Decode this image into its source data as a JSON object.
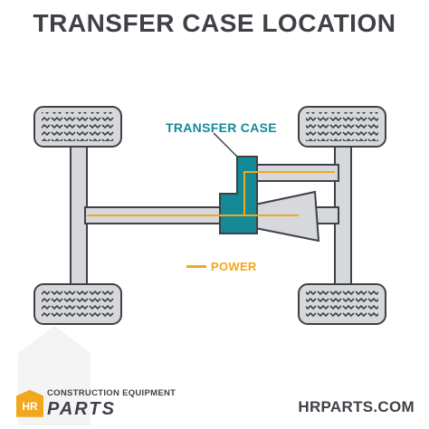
{
  "title": "TRANSFER CASE LOCATION",
  "labels": {
    "transfer_case": "TRANSFER CASE",
    "power": "POWER"
  },
  "brand": {
    "logo_letters": "HR",
    "subtitle": "CONSTRUCTION EQUIPMENT",
    "name": "PARTS"
  },
  "website": "HRPARTS.COM",
  "colors": {
    "title_text": "#3f4147",
    "frame": "#d6d8dc",
    "tire": "#d6d8dc",
    "outline": "#3f4147",
    "transfer_case": "#138a96",
    "power_line": "#f2a81d"
  }
}
